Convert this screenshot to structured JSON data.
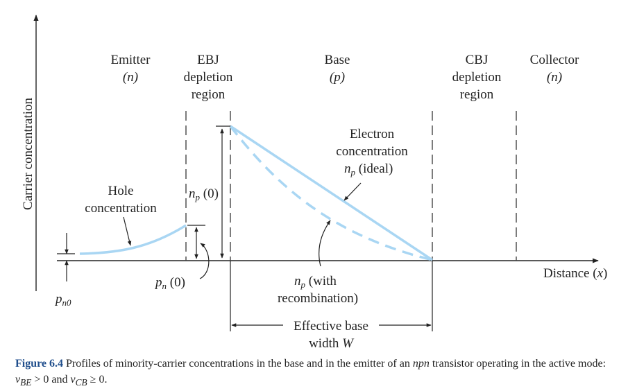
{
  "axes": {
    "ylabel": "Carrier concentration",
    "xlabel_main": "Distance (",
    "xlabel_var": "x",
    "xlabel_end": ")"
  },
  "regions": {
    "emitter": {
      "name": "Emitter",
      "type": "(n)"
    },
    "ebj": {
      "line1": "EBJ",
      "line2": "depletion",
      "line3": "region"
    },
    "base": {
      "name": "Base",
      "type": "(p)"
    },
    "cbj": {
      "line1": "CBJ",
      "line2": "depletion",
      "line3": "region"
    },
    "collector": {
      "name": "Collector",
      "type": "(n)"
    }
  },
  "annotations": {
    "hole_line1": "Hole",
    "hole_line2": "concentration",
    "electron_line1": "Electron",
    "electron_line2": "concentration",
    "np_ideal_var": "n",
    "np_ideal_sub": "p",
    "np_ideal_rest": " (ideal)",
    "np0_var": "n",
    "np0_sub": "p",
    "np0_rest": " (0)",
    "pn0_var": "p",
    "pn0_sub": "n",
    "pn0_rest": " (0)",
    "nprec_var": "n",
    "nprec_sub": "p",
    "nprec_rest": " (with",
    "nprec_line2": "recombination)",
    "pno_var": "p",
    "pno_sub": "n0",
    "effective_line1": "Effective base",
    "effective_line2_text": "width ",
    "effective_line2_var": "W"
  },
  "caption": {
    "figure_number": "Figure 6.4",
    "text_1": " Profiles of minority-carrier concentrations in the base and in the emitter of an ",
    "npn": "npn",
    "text_2": " transistor operating in the active mode: ",
    "vbe_v": "v",
    "vbe_sub": "BE",
    "text_3": " > 0 and ",
    "vcb_v": "v",
    "vcb_sub": "CB",
    "text_4": " ≥ 0."
  },
  "colors": {
    "curve": "#a9d6f3",
    "figure_number": "#1f4e8c"
  }
}
